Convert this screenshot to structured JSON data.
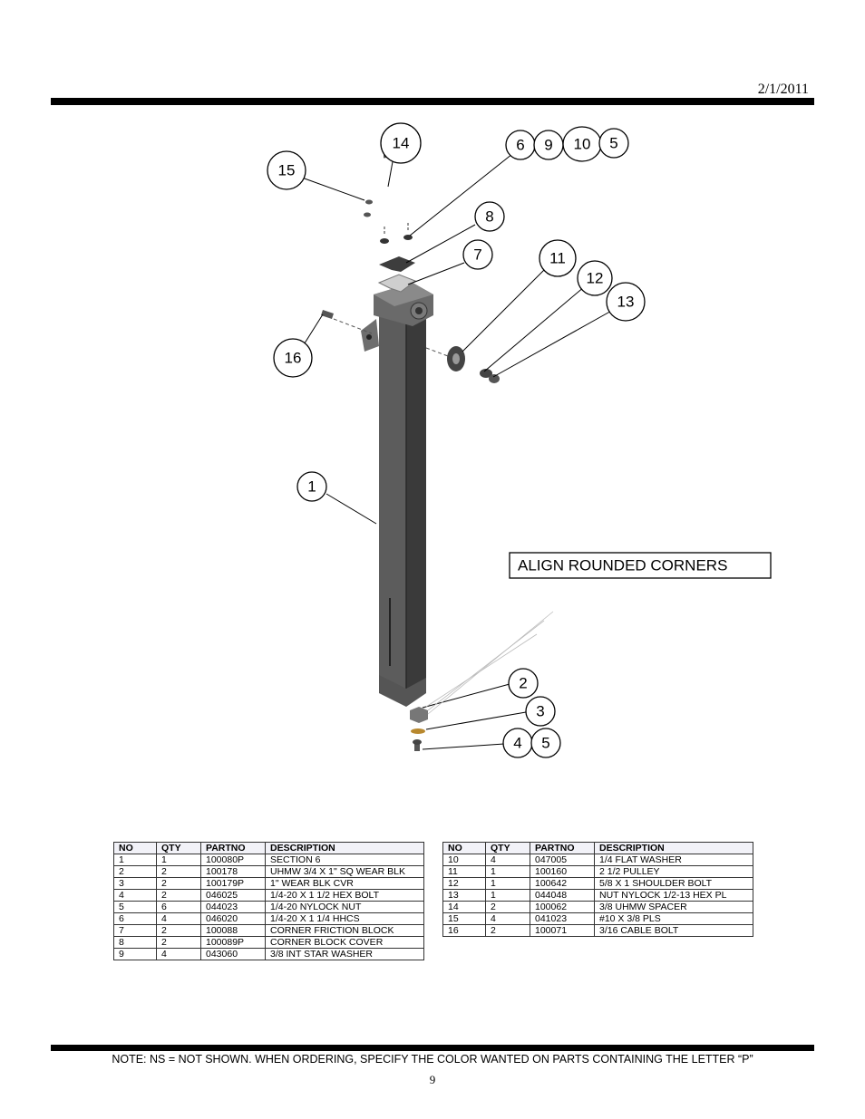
{
  "header": {
    "date": "2/1/2011"
  },
  "diagram": {
    "callouts": [
      "14",
      "15",
      "6",
      "9",
      "10",
      "5",
      "8",
      "7",
      "11",
      "12",
      "13",
      "16",
      "1",
      "2",
      "3",
      "4",
      "5"
    ],
    "align_note": "ALIGN ROUNDED CORNERS"
  },
  "parts_tables": {
    "headers": [
      "NO",
      "QTY",
      "PARTNO",
      "DESCRIPTION"
    ],
    "left": [
      [
        "1",
        "1",
        "100080P",
        "SECTION 6"
      ],
      [
        "2",
        "2",
        "100178",
        "UHMW 3/4 X 1\" SQ WEAR BLK"
      ],
      [
        "3",
        "2",
        "100179P",
        "1\" WEAR BLK CVR"
      ],
      [
        "4",
        "2",
        "046025",
        "1/4-20 X 1 1/2 HEX BOLT"
      ],
      [
        "5",
        "6",
        "044023",
        "1/4-20 NYLOCK NUT"
      ],
      [
        "6",
        "4",
        "046020",
        "1/4-20 X 1 1/4 HHCS"
      ],
      [
        "7",
        "2",
        "100088",
        "CORNER FRICTION BLOCK"
      ],
      [
        "8",
        "2",
        "100089P",
        "CORNER BLOCK COVER"
      ],
      [
        "9",
        "4",
        "043060",
        "3/8 INT STAR WASHER"
      ]
    ],
    "right": [
      [
        "10",
        "4",
        "047005",
        "1/4 FLAT WASHER"
      ],
      [
        "11",
        "1",
        "100160",
        "2 1/2 PULLEY"
      ],
      [
        "12",
        "1",
        "100642",
        "5/8 X 1 SHOULDER BOLT"
      ],
      [
        "13",
        "1",
        "044048",
        "NUT NYLOCK 1/2-13 HEX PL"
      ],
      [
        "14",
        "2",
        "100062",
        "3/8 UHMW SPACER"
      ],
      [
        "15",
        "4",
        "041023",
        "#10 X 3/8 PLS"
      ],
      [
        "16",
        "2",
        "100071",
        "3/16 CABLE BOLT"
      ]
    ]
  },
  "footer": {
    "note": "NOTE: NS = NOT SHOWN.  WHEN ORDERING, SPECIFY THE COLOR WANTED ON PARTS CONTAINING THE LETTER “P”",
    "page_number": "9"
  }
}
